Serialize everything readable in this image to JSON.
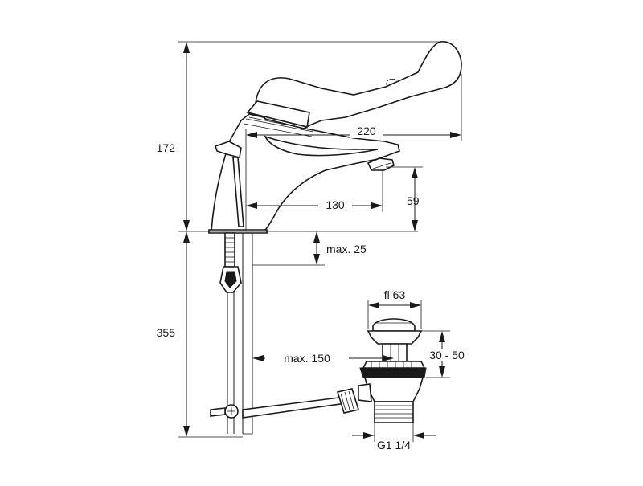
{
  "dimensions": {
    "height_total": "172",
    "width_lever": "220",
    "spout_reach": "130",
    "spout_height": "59",
    "deck_thickness": "max. 25",
    "below_deck": "355",
    "waste_distance": "max. 150",
    "waste_diameter": "fl 63",
    "waste_adjust": "30 - 50",
    "waste_thread": "G1 1/4"
  },
  "colors": {
    "line": "#1a1a1a",
    "background": "#ffffff"
  }
}
